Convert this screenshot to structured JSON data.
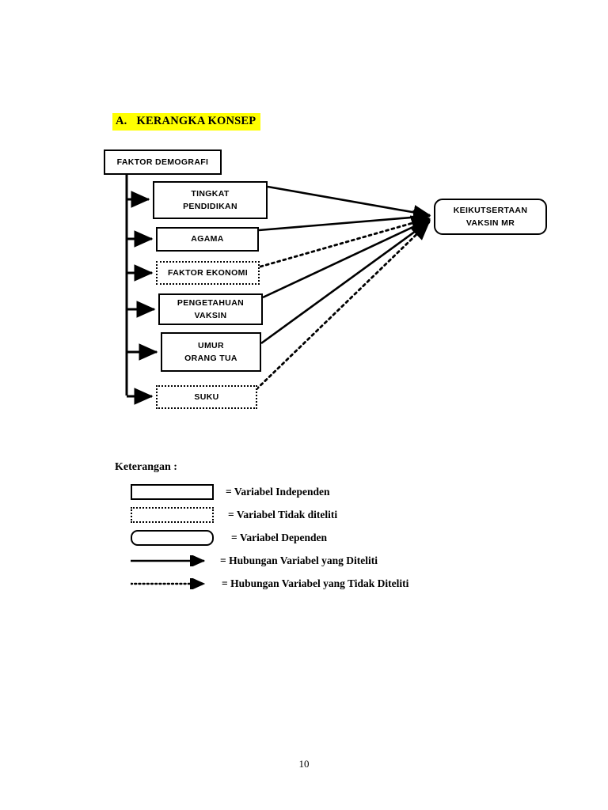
{
  "document": {
    "page_number": "10"
  },
  "section": {
    "letter": "A.",
    "title": "KERANGKA KONSEP",
    "highlight_color": "#ffff00"
  },
  "diagram": {
    "nodes": {
      "demografi": {
        "label": "FAKTOR DEMOGRAFI",
        "style": "solid"
      },
      "pendidikan": {
        "line1": "TINGKAT",
        "line2": "PENDIDIKAN",
        "style": "solid"
      },
      "agama": {
        "label": "AGAMA",
        "style": "solid"
      },
      "ekonomi": {
        "label": "FAKTOR EKONOMI",
        "style": "dotted"
      },
      "pengetahuan": {
        "line1": "PENGETAHUAN",
        "line2": "VAKSIN",
        "style": "solid"
      },
      "umur": {
        "line1": "UMUR",
        "line2": "ORANG  TUA",
        "style": "solid"
      },
      "suku": {
        "label": "SUKU",
        "style": "dotted"
      },
      "target": {
        "line1": "KEIKUTSERTAAN",
        "line2": "VAKSIN MR",
        "style": "rounded"
      }
    }
  },
  "legend": {
    "title": "Keterangan :",
    "items": [
      {
        "symbol": "solid-rectangle",
        "label": "= Variabel Independen"
      },
      {
        "symbol": "dotted-rectangle",
        "label": "= Variabel Tidak diteliti"
      },
      {
        "symbol": "rounded-rectangle",
        "label": "= Variabel Dependen"
      },
      {
        "symbol": "solid-arrow",
        "label": "= Hubungan Variabel yang Diteliti"
      },
      {
        "symbol": "dotted-arrow",
        "label": "= Hubungan Variabel yang Tidak Diteliti"
      }
    ]
  }
}
